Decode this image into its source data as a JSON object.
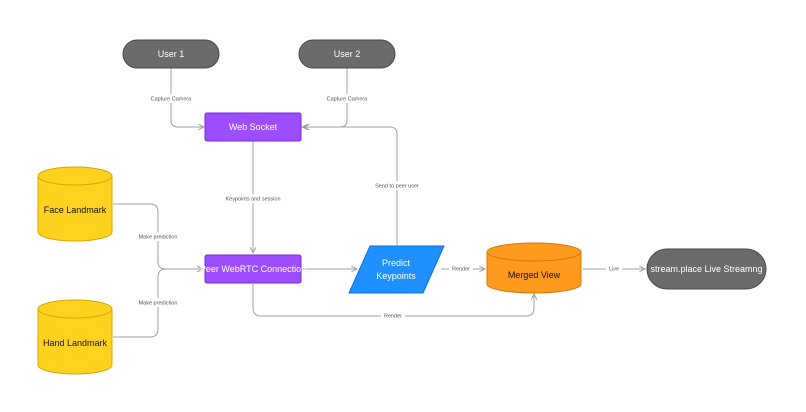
{
  "colors": {
    "user_fill": "#6b6b6b",
    "user_stroke": "#4a4a4a",
    "purple_fill": "#9b4dff",
    "purple_stroke": "#7a2be0",
    "blue_fill": "#1e90ff",
    "blue_stroke": "#0b6fd6",
    "yellow_fill": "#ffd21f",
    "yellow_stroke": "#d4a800",
    "orange_fill": "#ff9a1f",
    "orange_stroke": "#d47800",
    "edge": "#a0a0a0",
    "node_text_light": "#ffffff",
    "node_text_dark": "#111111"
  },
  "nodes": {
    "user1": "User 1",
    "user2": "User 2",
    "web_socket": "Web Socket",
    "face_landmark": "Face Landmark",
    "hand_landmark": "Hand Landmark",
    "peer_webrtc": "Peer WebRTC Connection",
    "predict_line1": "Predict",
    "predict_line2": "Keypoints",
    "merged_view": "Merged View",
    "stream_place": "stream.place Live Streamng"
  },
  "edges": {
    "capture_camera_1": "Capture Camera",
    "capture_camera_2": "Capture Camera",
    "keypoints_session": "Keypoints and session",
    "send_to_peer": "Send to peer user",
    "make_prediction_face": "Make prediction",
    "make_prediction_hand": "Make prediction",
    "render_predict": "Render",
    "render_bottom": "Render",
    "live": "Live"
  }
}
